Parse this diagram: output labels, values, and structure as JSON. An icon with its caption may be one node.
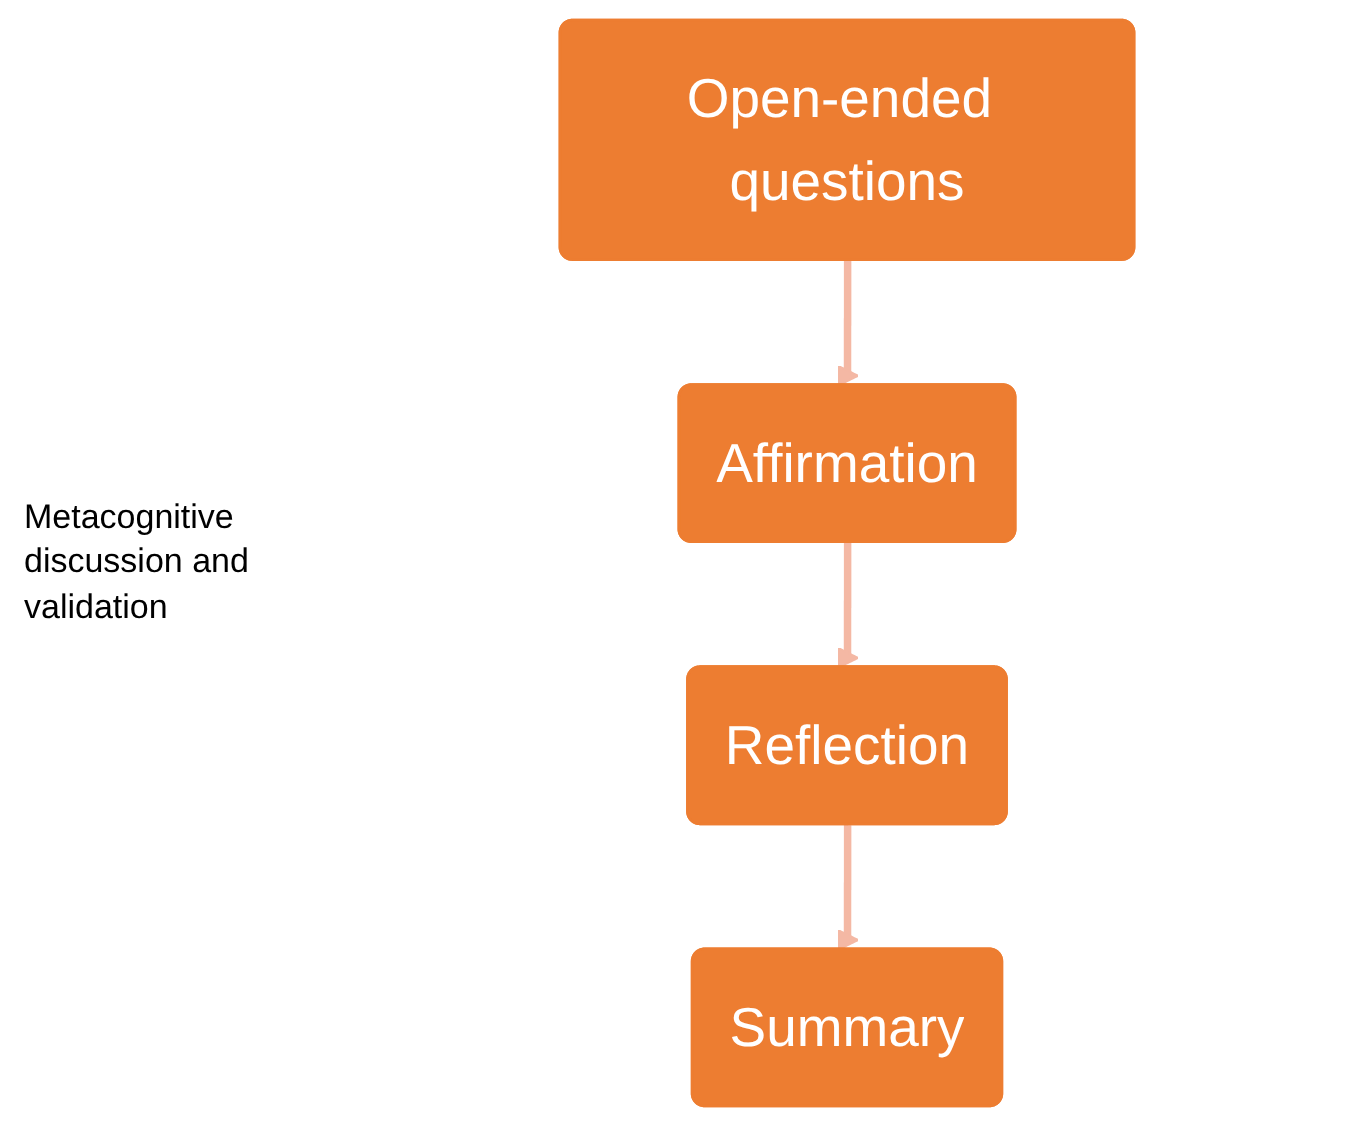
{
  "diagram": {
    "nodes": [
      {
        "text": [
          "Open-ended questions"
        ]
      },
      {
        "text": [
          "Affirmation"
        ]
      },
      {
        "text": [
          "Reflection"
        ]
      },
      {
        "text": [
          "Summary"
        ]
      }
    ],
    "edges": [
      {
        "from": 0,
        "to": 1,
        "arrow": "to"
      },
      {
        "from": 1,
        "to": 2,
        "arrow": "to"
      },
      {
        "from": 2,
        "to": 3,
        "arrow": "to"
      }
    ],
    "labels": [
      "Metacognitive discussion and validation"
    ]
  }
}
